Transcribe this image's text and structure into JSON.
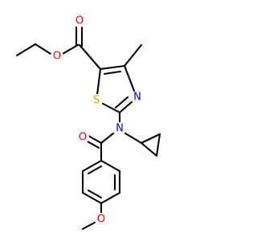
{
  "molecule": {
    "atoms": {
      "o_carbonyl_top": {
        "symbol": "O",
        "color": "#ff0000"
      },
      "o_ester": {
        "symbol": "O",
        "color": "#ff0000"
      },
      "s_ring": {
        "symbol": "S",
        "color": "#b3b300"
      },
      "n_ring": {
        "symbol": "N",
        "color": "#0000ff"
      },
      "n_amide": {
        "symbol": "N",
        "color": "#0000ff"
      },
      "o_amide": {
        "symbol": "O",
        "color": "#ff0000"
      },
      "o_methoxy": {
        "symbol": "O",
        "color": "#ff0000"
      }
    },
    "bond_color": "#000000"
  }
}
